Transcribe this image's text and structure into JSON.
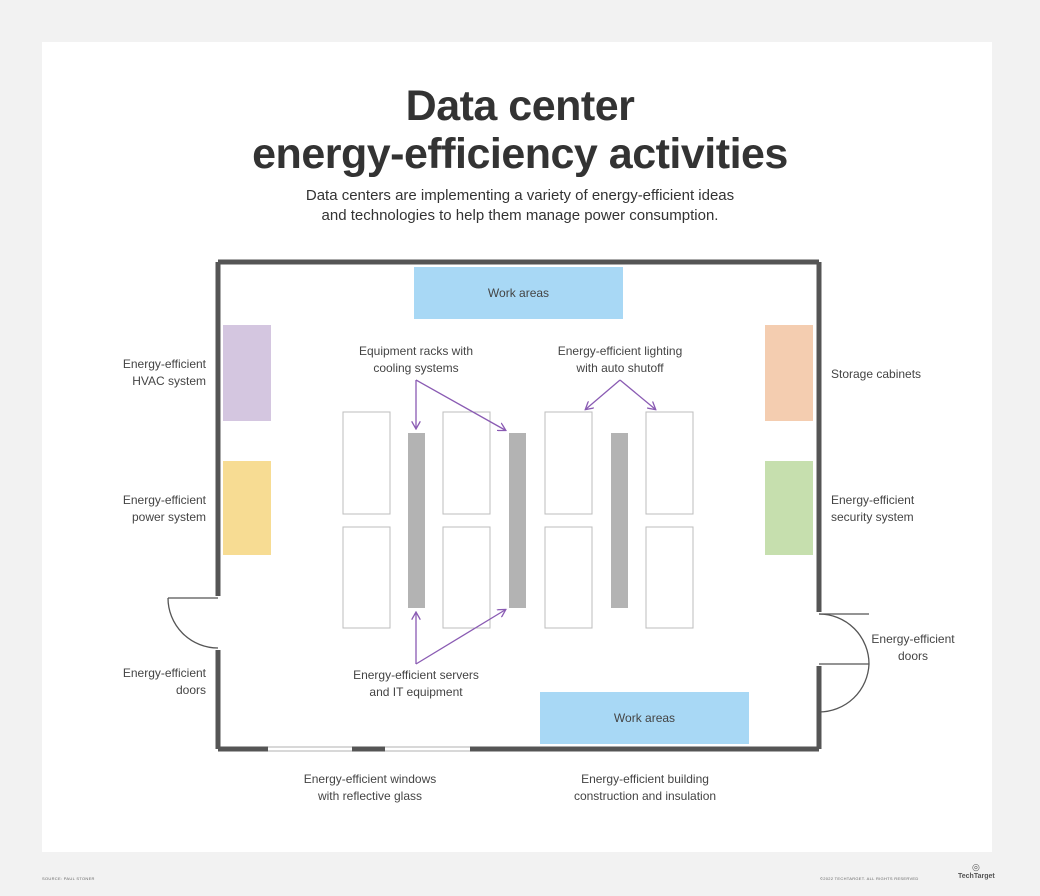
{
  "title_line1": "Data center",
  "title_line2": "energy-efficiency activities",
  "subtitle_line1": "Data centers are implementing a variety of energy-efficient ideas",
  "subtitle_line2": "and technologies to help them manage power consumption.",
  "zones": {
    "work_areas_top": "Work areas",
    "work_areas_bottom": "Work areas"
  },
  "labels": {
    "hvac": [
      "Energy-efficient",
      "HVAC system"
    ],
    "power": [
      "Energy-efficient",
      "power system"
    ],
    "doors_left": [
      "Energy-efficient",
      "doors"
    ],
    "storage": [
      "Storage cabinets"
    ],
    "security": [
      "Energy-efficient",
      "security system"
    ],
    "doors_right": [
      "Energy-efficient",
      "doors"
    ],
    "racks": [
      "Equipment racks with",
      "cooling systems"
    ],
    "lighting": [
      "Energy-efficient lighting",
      "with auto shutoff"
    ],
    "servers": [
      "Energy-efficient servers",
      "and IT equipment"
    ],
    "windows": [
      "Energy-efficient windows",
      "with reflective glass"
    ],
    "building": [
      "Energy-efficient building",
      "construction and insulation"
    ]
  },
  "colors": {
    "wall": "#555555",
    "work_area": "#a8d8f5",
    "hvac": "#d4c6e0",
    "power": "#f7dc93",
    "storage": "#f4cdb0",
    "security": "#c6dfae",
    "rack": "#b3b3b3",
    "arrow": "#8a5bb3"
  },
  "footer": {
    "source": "SOURCE: PAUL STONER",
    "copyright": "©2022 TECHTARGET. ALL RIGHTS RESERVED",
    "logo": "TechTarget"
  }
}
